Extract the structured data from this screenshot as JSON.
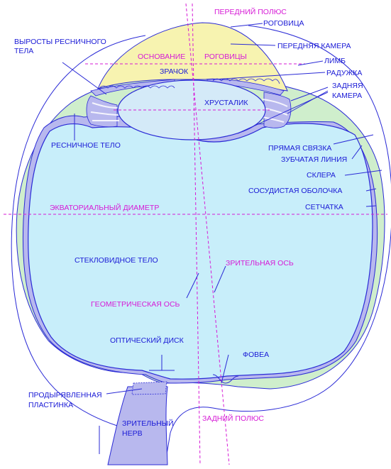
{
  "colors": {
    "sclera": "#cfeecc",
    "choroid": "#b8b8ee",
    "vitreous": "#c8eefa",
    "cornea": "#f7f3b0",
    "lens": "#d4eaf8",
    "nerve": "#b8b8ee",
    "label_blue": "#1a1ad6",
    "label_magenta": "#d61ad6",
    "outline": "#2a2ad6"
  },
  "labels": {
    "anterior_pole": "ПЕРЕДНИЙ ПОЛЮС",
    "cornea": "РОГОВИЦА",
    "anterior_chamber": "ПЕРЕДНЯЯ КАМЕРА",
    "limbus": "ЛИМБ",
    "iris": "РАДУЖКА",
    "posterior_chamber_1": "ЗАДНЯЯ",
    "posterior_chamber_2": "КАМЕРА",
    "ciliary_processes_1": "ВЫРОСТЫ РЕСНИЧНОГО",
    "ciliary_processes_2": "ТЕЛА",
    "cornea_base_1": "ОСНОВАНИЕ",
    "cornea_base_2": "РОГОВИЦЫ",
    "pupil": "ЗРАЧОК",
    "lens": "ХРУСТАЛИК",
    "ciliary_body": "РЕСНИЧНОЕ ТЕЛО",
    "suspensory_ligament": "ПРЯМАЯ СВЯЗКА",
    "ora_serrata": "ЗУБЧАТАЯ ЛИНИЯ",
    "sclera": "СКЛЕРА",
    "choroid": "СОСУДИСТАЯ ОБОЛОЧКА",
    "retina": "СЕТЧАТКА",
    "equatorial_diameter": "ЭКВАТОРИАЛЬНЫЙ ДИАМЕТР",
    "vitreous_body": "СТЕКЛОВИДНОЕ ТЕЛО",
    "visual_axis": "ЗРИТЕЛЬНАЯ ОСЬ",
    "geometric_axis": "ГЕОМЕТРИЧЕСКАЯ ОСЬ",
    "optic_disc": "ОПТИЧЕСКИЙ ДИСК",
    "fovea": "ФОВЕА",
    "lamina_cribrosa_1": "ПРОДЫРЯВЛЕННАЯ",
    "lamina_cribrosa_2": "ПЛАСТИНКА",
    "optic_nerve_1": "ЗРИТЕЛЬНЫЙ",
    "optic_nerve_2": "НЕРВ",
    "posterior_pole": "ЗАДНИЙ ПОЛЮС"
  }
}
